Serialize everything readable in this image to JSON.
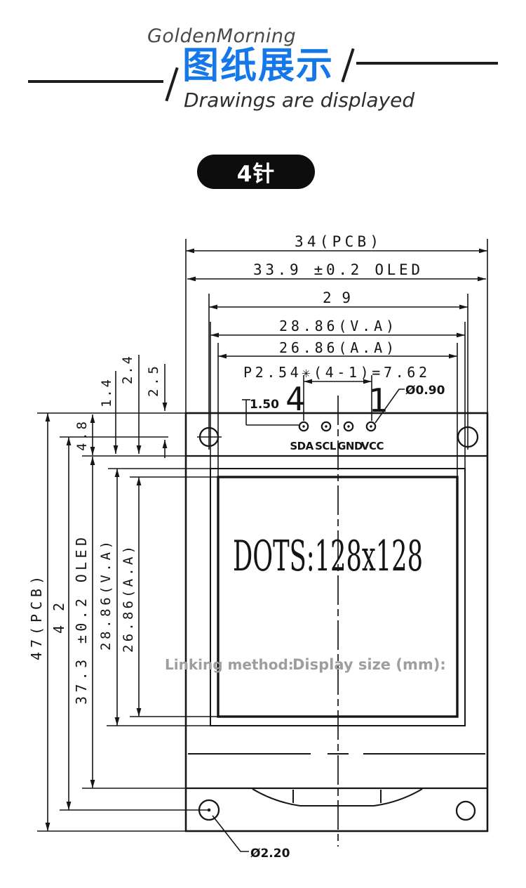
{
  "header": {
    "brand": "GoldenMorning",
    "title": "图纸展示",
    "subtitle": "Drawings are displayed"
  },
  "badge": {
    "label": "4针"
  },
  "drawing": {
    "screen_text": "DOTS:128x128",
    "watermarks": {
      "left": "Linking method:",
      "right": "Display size (mm):"
    },
    "pins": {
      "labels": [
        "SDA",
        "SCL",
        "GND",
        "VCC"
      ],
      "first_number": "4",
      "last_number": "1"
    },
    "dims_horizontal": {
      "pcb_width": "34(PCB)",
      "oled_width": "33.9 ±0.2 OLED",
      "hole_span": "29",
      "va_width": "28.86(V.A)",
      "aa_width": "26.86(A.A)",
      "pin_pitch": "P2.54✳(4-1)=7.62"
    },
    "dims_vertical": {
      "pcb_height": "47(PCB)",
      "hole_span": "42",
      "oled_top_offset": "4.8",
      "oled_height": "37.3 ±0.2 OLED",
      "va_height": "28.86(V.A)",
      "aa_height": "26.86(A.A)",
      "offset_small_1": "1.4",
      "offset_small_2": "2.4",
      "offset_small_3": "2.5"
    },
    "callouts": {
      "pin_hole_dia": "Ø0.90",
      "pin_inset": "1.50",
      "mount_hole_dia": "Ø2.20"
    }
  },
  "colors": {
    "accent": "#1678e8",
    "ink": "#161616",
    "watermark": "#9e9e9e"
  }
}
